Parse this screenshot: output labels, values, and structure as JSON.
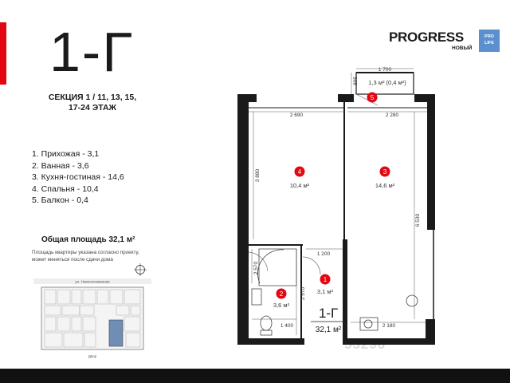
{
  "unit": {
    "code": "1-Г"
  },
  "section": {
    "line1": "СЕКЦИЯ 1  / 11, 13, 15,",
    "line2": "17-24 ЭТАЖ"
  },
  "rooms": [
    {
      "label": "1.  Прихожая - 3,1"
    },
    {
      "label": "2. Ванная - 3,6"
    },
    {
      "label": "3. Кухня-гостиная - 14,6"
    },
    {
      "label": "4. Спальня - 10,4"
    },
    {
      "label": "5. Балкон - 0,4"
    }
  ],
  "total_area": "Общая площадь 32,1 м²",
  "note": {
    "line1": "Площадь квартиры указана согласно проекту,",
    "line2": "может меняться после сдачи дома"
  },
  "brand": {
    "name": "PROGRESS",
    "sub": "НОВЫЙ",
    "badge_line1": "PRO",
    "badge_line2": "LIFE"
  },
  "map": {
    "street": "ул. Новоселоманная",
    "yard": "Двор"
  },
  "plan": {
    "dimensions": {
      "balcony_width": "1 700",
      "balcony_depth": "805",
      "bedroom_width": "2 690",
      "kitchen_width": "2 280",
      "bedroom_depth": "3 880",
      "kitchen_depth": "6 530",
      "bath_depth_a": "2 570",
      "bath_depth_b": "2 570",
      "hall_width": "1 200",
      "bath_width": "1 400",
      "hall_bottom": "2 180"
    },
    "rooms": [
      {
        "num": "1",
        "area": "3,1 м²"
      },
      {
        "num": "2",
        "area": "3,6 м²"
      },
      {
        "num": "3",
        "area": "14,6 м²"
      },
      {
        "num": "4",
        "area": "10,4 м²"
      },
      {
        "num": "5",
        "area": "1,3 м² (0,4 м²)"
      }
    ],
    "center_label": "1-Г",
    "center_area": "32,1 м²"
  },
  "watermark": "53290",
  "colors": {
    "accent_red": "#e30613",
    "badge_blue": "#5b8fce",
    "wall": "#1a1a1a",
    "map_highlight": "#6f8db5"
  }
}
